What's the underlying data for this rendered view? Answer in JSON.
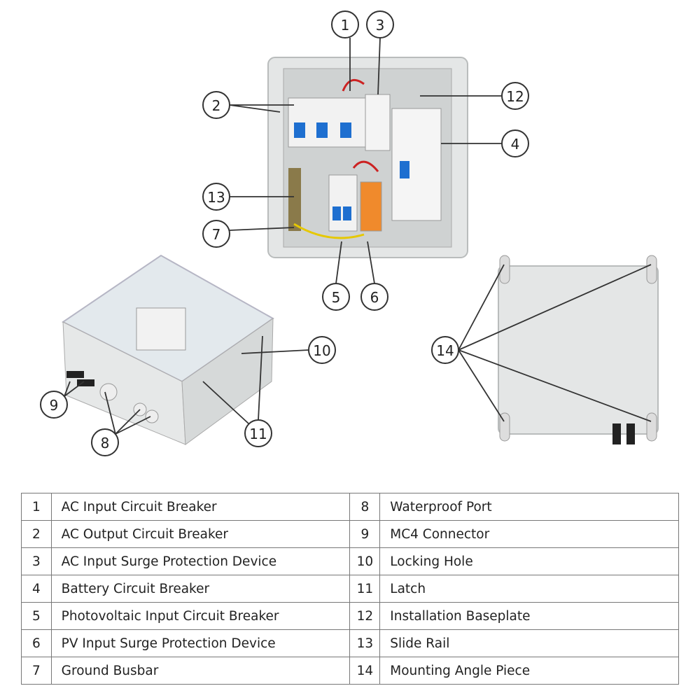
{
  "callouts": [
    "1",
    "2",
    "3",
    "4",
    "5",
    "6",
    "7",
    "8",
    "9",
    "10",
    "11",
    "12",
    "13",
    "14"
  ],
  "legend": [
    {
      "left_num": "1",
      "left_label": "AC Input Circuit Breaker",
      "right_num": "8",
      "right_label": "Waterproof Port"
    },
    {
      "left_num": "2",
      "left_label": "AC Output Circuit Breaker",
      "right_num": "9",
      "right_label": "MC4 Connector"
    },
    {
      "left_num": "3",
      "left_label": "AC Input Surge Protection Device",
      "right_num": "10",
      "right_label": "Locking Hole"
    },
    {
      "left_num": "4",
      "left_label": "Battery Circuit Breaker",
      "right_num": "11",
      "right_label": "Latch"
    },
    {
      "left_num": "5",
      "left_label": "Photovoltaic Input Circuit Breaker",
      "right_num": "12",
      "right_label": "Installation Baseplate"
    },
    {
      "left_num": "6",
      "left_label": "PV Input Surge Protection Device",
      "right_num": "13",
      "right_label": "Slide Rail"
    },
    {
      "left_num": "7",
      "left_label": "Ground Busbar",
      "right_num": "14",
      "right_label": "Mounting Angle Piece"
    }
  ],
  "colors": {
    "enclosure": "#e4e6e6",
    "breaker_blue": "#1e6fd0",
    "spd_orange": "#f08a2c",
    "line": "#333333"
  }
}
